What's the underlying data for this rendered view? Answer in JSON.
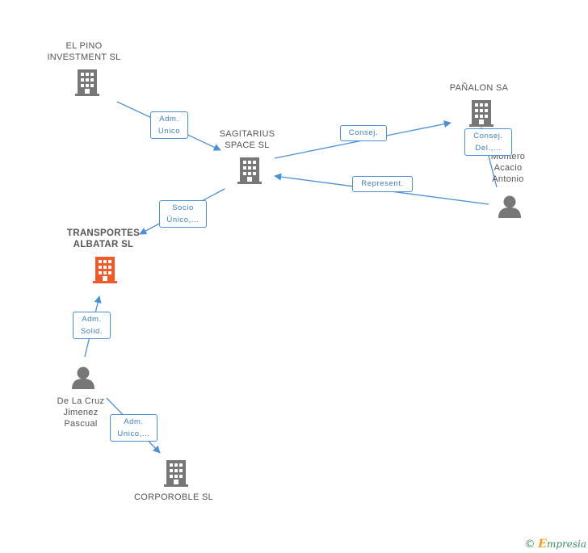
{
  "colors": {
    "edge": "#4a90d9",
    "company_icon": "#777777",
    "focus_icon": "#f05a28",
    "person_icon": "#777777"
  },
  "nodes": {
    "el_pino": {
      "label": "EL PINO\nINVESTMENT SL",
      "kind": "company",
      "icon": "building-icon"
    },
    "sagitarius": {
      "label": "SAGITARIUS\nSPACE SL",
      "kind": "company",
      "icon": "building-icon"
    },
    "panalon": {
      "label": "PAÑALON SA",
      "kind": "company",
      "icon": "building-icon"
    },
    "montero": {
      "label": "Montero\nAcacio\nAntonio",
      "kind": "person",
      "icon": "person-icon"
    },
    "transportes": {
      "label": "TRANSPORTES\nALBATAR SL",
      "kind": "focus-company",
      "icon": "building-icon"
    },
    "de_la_cruz": {
      "label": "De La Cruz\nJimenez\nPascual",
      "kind": "person",
      "icon": "person-icon"
    },
    "corporoble": {
      "label": "CORPOROBLE SL",
      "kind": "company",
      "icon": "building-icon"
    }
  },
  "edges": {
    "el_pino_sagitarius": {
      "label": "Adm.\nUnico"
    },
    "sagitarius_panalon": {
      "label": "Consej."
    },
    "montero_panalon": {
      "label": "Consej.\nDel.,..."
    },
    "montero_sagitarius": {
      "label": "Represent."
    },
    "sagitarius_transportes": {
      "label": "Socio\nÚnico,..."
    },
    "de_la_cruz_transportes": {
      "label": "Adm.\nSolid."
    },
    "de_la_cruz_corporoble": {
      "label": "Adm.\nUnico,..."
    }
  },
  "footer": {
    "copyright": "©",
    "brand_initial": "E",
    "brand_rest": "mpresia"
  }
}
